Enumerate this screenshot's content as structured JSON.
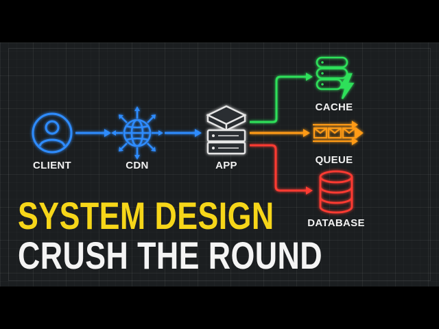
{
  "nodes": {
    "client": "CLIENT",
    "cdn": "CDN",
    "app": "APP",
    "cache": "CACHE",
    "queue": "QUEUE",
    "database": "DATABASE"
  },
  "headline": {
    "line1": "SYSTEM DESIGN",
    "line2": "CRUSH THE ROUND"
  },
  "colors": {
    "client": "#2f8cff",
    "cdn": "#2f8cff",
    "app": "#dcdcdc",
    "cache": "#2fe05a",
    "queue": "#ff9b19",
    "database": "#ff3a30",
    "headline_accent": "#f6d619",
    "background": "#1b1e20"
  },
  "icons": {
    "client": "user-icon",
    "cdn": "globe-network-icon",
    "app": "server-stack-icon",
    "cache": "cache-lightning-icon",
    "queue": "message-queue-icon",
    "database": "database-icon"
  }
}
